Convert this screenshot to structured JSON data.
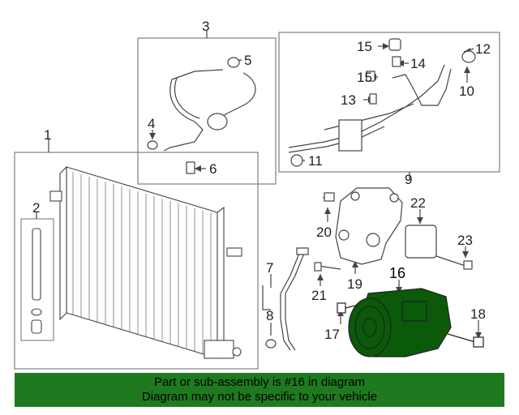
{
  "colors": {
    "highlight": "#0a5a0a",
    "banner": "#1f7a1f",
    "line": "#444444",
    "box": "#888888"
  },
  "callouts": {
    "n1": "1",
    "n2": "2",
    "n3": "3",
    "n4": "4",
    "n5": "5",
    "n6": "6",
    "n7": "7",
    "n8": "8",
    "n9": "9",
    "n10": "10",
    "n11": "11",
    "n12": "12",
    "n13": "13",
    "n14": "14",
    "n15a": "15",
    "n15b": "15",
    "n16": "16",
    "n17": "17",
    "n18": "18",
    "n19": "19",
    "n20": "20",
    "n21": "21",
    "n22": "22",
    "n23": "23"
  },
  "banner": {
    "line1": "Part or sub-assembly is #16 in diagram",
    "line2": "Diagram may not be specific to your vehicle"
  }
}
